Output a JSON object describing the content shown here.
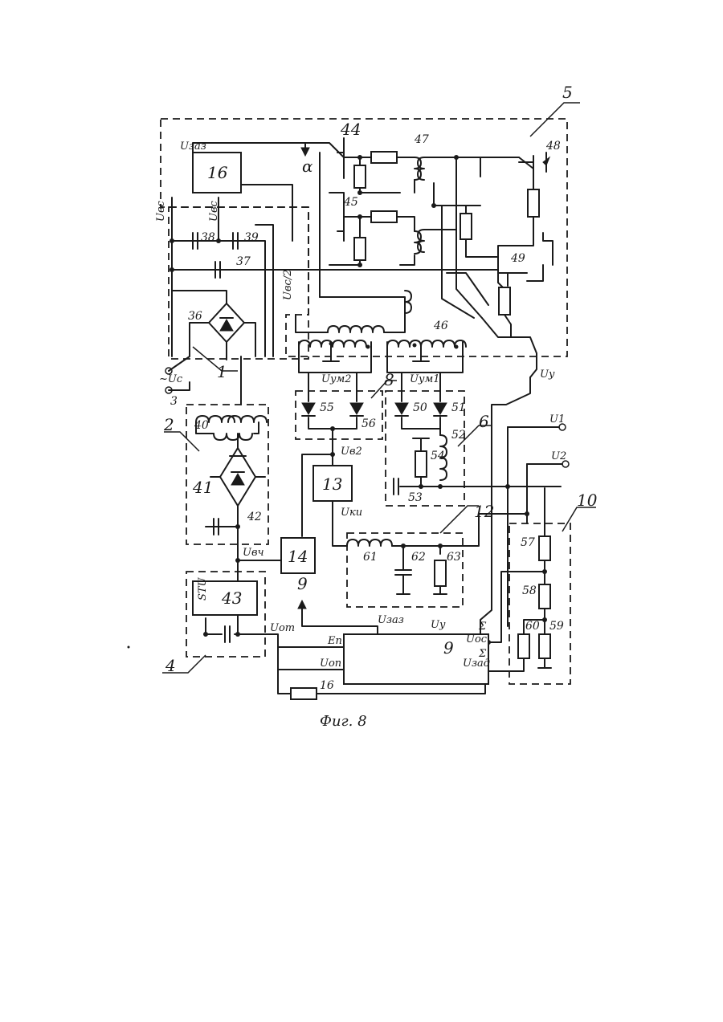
{
  "caption": "Фиг. 8",
  "blocks": {
    "b16": "16",
    "b13": "13",
    "b14": "14",
    "b43": "43",
    "b9": "9"
  },
  "groups": {
    "g1": "1",
    "g2": "2",
    "g3": "3",
    "g4": "4",
    "g5": "5",
    "g6": "6",
    "g8": "8",
    "g10": "10",
    "g12": "12"
  },
  "components": {
    "c36": "36",
    "c37": "37",
    "c38": "38",
    "c39": "39",
    "c40": "40",
    "c41": "41",
    "c42": "42",
    "c44": "44",
    "c45": "45",
    "c46": "46",
    "c47": "47",
    "c48": "48",
    "c49": "49",
    "c50": "50",
    "c51": "51",
    "c52": "52",
    "c53": "53",
    "c54": "54",
    "c55": "55",
    "c56": "56",
    "c57": "57",
    "c58": "58",
    "c59": "59",
    "c60": "60",
    "c61": "61",
    "c62": "62",
    "c63": "63",
    "r16": "16"
  },
  "signals": {
    "usaj_top": "Uзаз",
    "ubc": "Uвс",
    "ubc2": "Uвс/2",
    "ubc_v": "Uвс",
    "uc": "~Uc",
    "alpha": "α",
    "uum2": "Uум2",
    "uum1": "Uум1",
    "uy_right": "Uу",
    "u1": "U1",
    "u2": "U2",
    "uv2": "Uв2",
    "uki": "Uки",
    "uvch": "Uвч",
    "uom": "Uот",
    "en": "Eп",
    "uop": "Uоп",
    "usaj_bus": "Uзаз",
    "uy_bus": "Uу",
    "uoc": "Uос",
    "uzad": "Uзад",
    "sigma1": "Σ",
    "sigma2": "Σ",
    "stu": "STU",
    "arrow9": "9"
  }
}
